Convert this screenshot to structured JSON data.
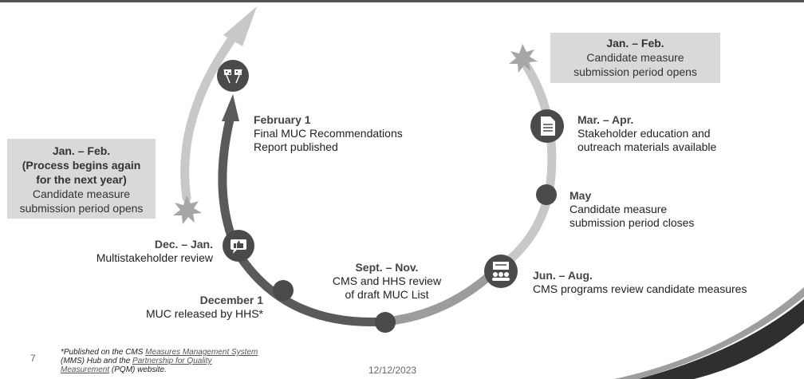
{
  "steps": {
    "feb1": {
      "heading": "February 1",
      "line1": "Final MUC Recommendations",
      "line2": "Report published"
    },
    "marapr": {
      "heading": "Mar. – Apr.",
      "line1": "Stakeholder education and",
      "line2": "outreach materials available"
    },
    "may": {
      "heading": "May",
      "line1": "Candidate measure",
      "line2": "submission period closes"
    },
    "junaug": {
      "heading": "Jun. – Aug.",
      "line1": "CMS programs review candidate measures"
    },
    "septnov": {
      "heading": "Sept. – Nov.",
      "line1": "CMS and HHS review",
      "line2": "of draft MUC List"
    },
    "dec1": {
      "heading": "December 1",
      "line1": "MUC released by HHS*"
    },
    "decjan": {
      "heading": "Dec. – Jan.",
      "line1": "Multistakeholder review"
    }
  },
  "box_right": {
    "heading": "Jan. – Feb.",
    "line1": "Candidate measure",
    "line2": "submission period opens"
  },
  "box_left": {
    "heading1": "Jan. – Feb.",
    "heading2": "(Process begins again",
    "heading3": "for the next year)",
    "line1": "Candidate measure",
    "line2": "submission period opens"
  },
  "footnote": {
    "p1": "*Published on the CMS ",
    "link1": "Measures Management System",
    "p2": "(MMS) Hub and the ",
    "link2": "Partnership for Quality",
    "link3": "Measurement",
    "p3": " (PQM) website."
  },
  "page_number": "7",
  "date": "12/12/2023",
  "icons": [
    "checkered-flags-icon",
    "document-icon",
    "presentation-group-icon",
    "thumbs-up-chat-icon"
  ],
  "colors": {
    "dark_arc": "#5a5a5a",
    "light_arc": "#bfbfbf",
    "node": "#4a4a4a",
    "box": "#d9d9d9",
    "burst": "#a6a6a6"
  }
}
